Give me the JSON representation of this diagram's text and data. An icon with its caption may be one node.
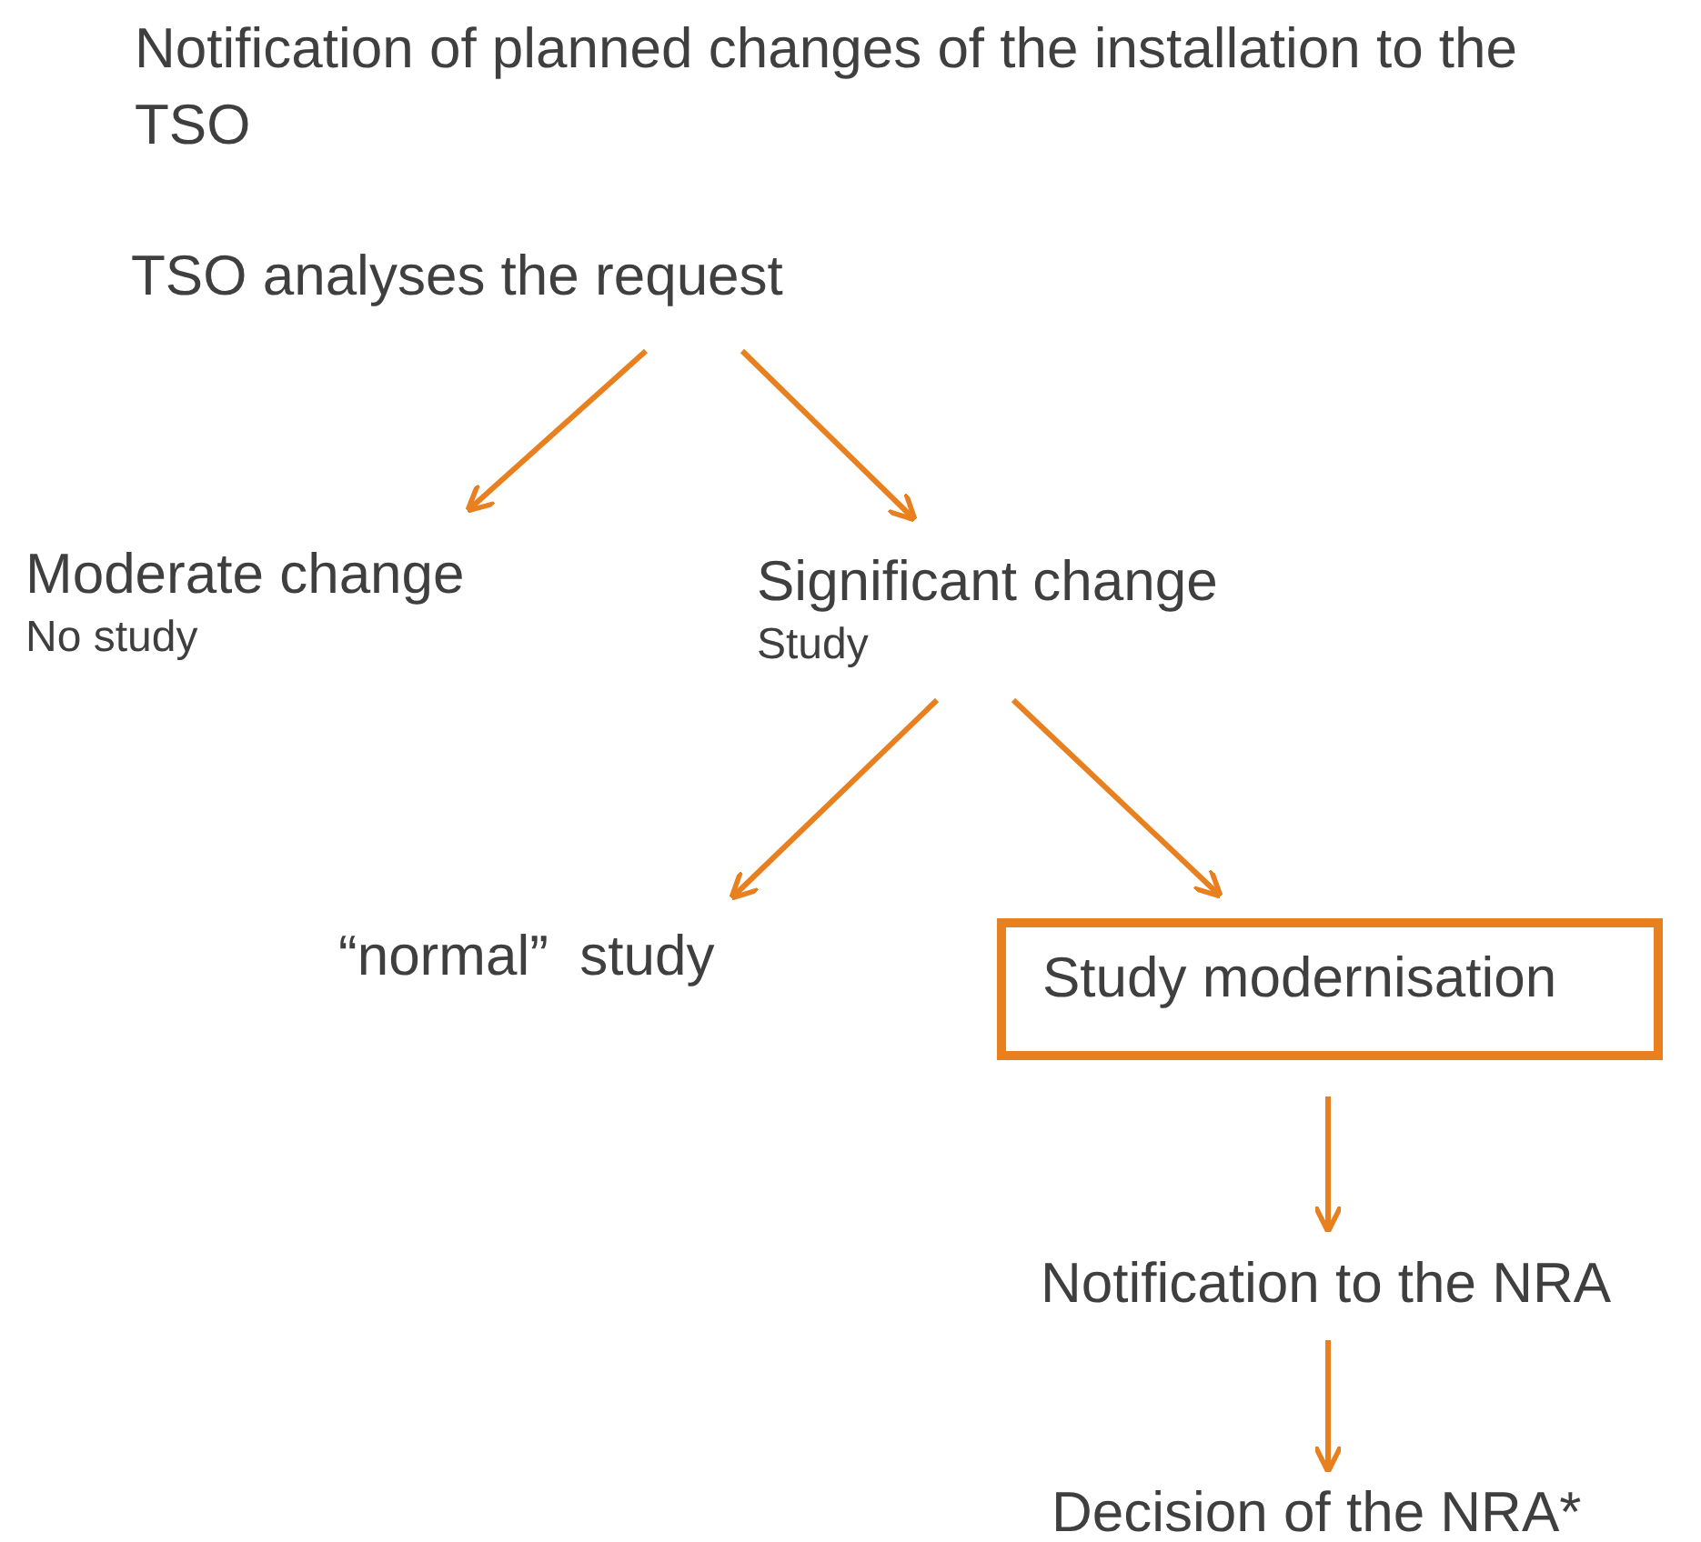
{
  "diagram": {
    "nodes": [
      {
        "text": [
          "TSO analyses the request"
        ]
      },
      {
        "text": [
          "Moderate change",
          "No study"
        ]
      },
      {
        "text": [
          "Significant change",
          "Study"
        ]
      },
      {
        "text": [
          "“normal”  study"
        ]
      },
      {
        "text": [
          "Study modernisation"
        ]
      },
      {
        "text": [
          "Notification to the NRA"
        ]
      },
      {
        "text": [
          "Decision of the NRA*"
        ]
      }
    ],
    "edges": [
      {
        "from": 0,
        "to": 1,
        "arrow": "to"
      },
      {
        "from": 0,
        "to": 2,
        "arrow": "to"
      },
      {
        "from": 2,
        "to": 3,
        "arrow": "to"
      },
      {
        "from": 2,
        "to": 4,
        "arrow": "to"
      },
      {
        "from": 4,
        "to": 5,
        "arrow": "to"
      },
      {
        "from": 5,
        "to": 6,
        "arrow": "to"
      }
    ],
    "labels": [
      "Notification of planned changes of the installation to the TSO"
    ]
  }
}
